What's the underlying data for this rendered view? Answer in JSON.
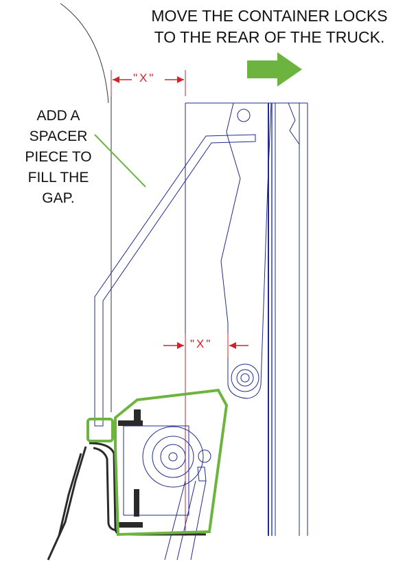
{
  "title_lines": [
    "MOVE THE CONTAINER LOCKS",
    "TO THE REAR OF THE TRUCK."
  ],
  "note_lines": [
    "ADD A",
    "SPACER",
    "PIECE TO",
    "FILL THE",
    "GAP."
  ],
  "dimension_top": "\"X\"",
  "dimension_bottom": "\"X\"",
  "colors": {
    "line": "#1f2a8c",
    "line_light": "#3340a8",
    "dimension": "#d2232a",
    "highlight": "#6db33f",
    "arrow": "#6db33f",
    "frame": "#2a2a2a"
  },
  "icons": {
    "direction": "right-arrow-icon"
  }
}
